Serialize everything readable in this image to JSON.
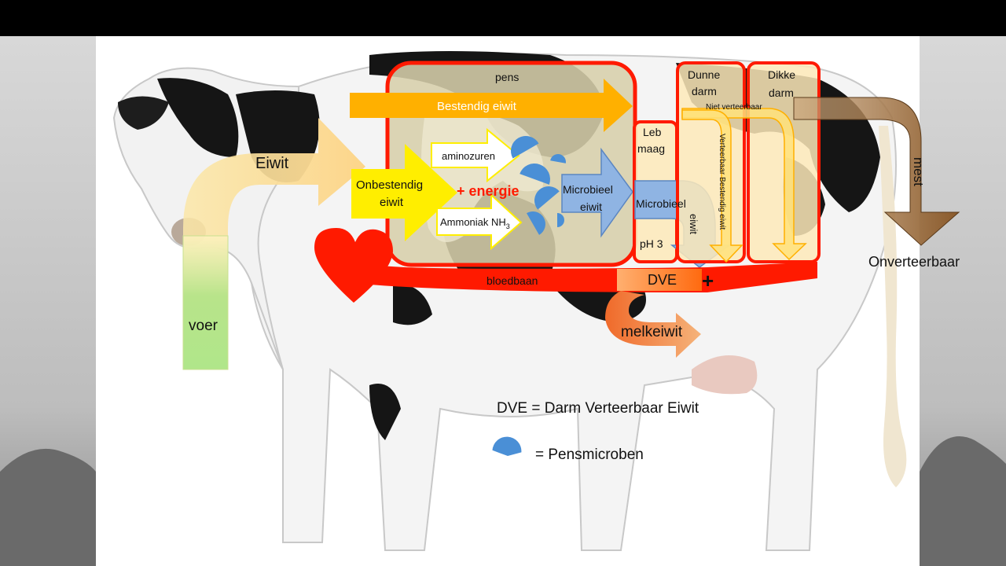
{
  "labels": {
    "voer": "voer",
    "eiwit": "Eiwit",
    "onbestendig": "Onbestendig eiwit",
    "onbestendig_line1": "Onbestendig",
    "onbestendig_line2": "eiwit",
    "pens": "pens",
    "bestendig": "Bestendig eiwit",
    "aminozuren": "aminozuren",
    "energie": "+ energie",
    "ammoniak": "Ammoniak NH",
    "ammoniak_sub": "3",
    "microbieel_eiwit_1": "Microbieel",
    "microbieel_eiwit_2": "eiwit",
    "leb_1": "Leb",
    "leb_2": "maag",
    "microbieel_vert": "Microbieel",
    "eiwit_vert": "eiwit",
    "ph": "pH 3",
    "dunne_1": "Dunne",
    "dunne_2": "darm",
    "dikke_1": "Dikke",
    "dikke_2": "darm",
    "niet_verteerbaar": "Niet verteerbaar",
    "verteerbaar_bestendig": "Verteerbaar Bestendig eiwit",
    "mest": "mest",
    "onverteerbaar": "Onverteerbaar",
    "bloedbaan": "bloedbaan",
    "dve": "DVE",
    "plus": "+",
    "melkeiwit": "melkeiwit"
  },
  "legend": {
    "dve_def": "DVE = Darm Verteerbaar Eiwit",
    "microben": "= Pensmicroben"
  },
  "colors": {
    "red": "#ff1a00",
    "orange": "#ffb000",
    "yellow": "#ffee00",
    "blue": "#8fb4e3",
    "microbe": "#4a8fd6",
    "brown": "#8a5a2b",
    "green": "#a8e070"
  }
}
